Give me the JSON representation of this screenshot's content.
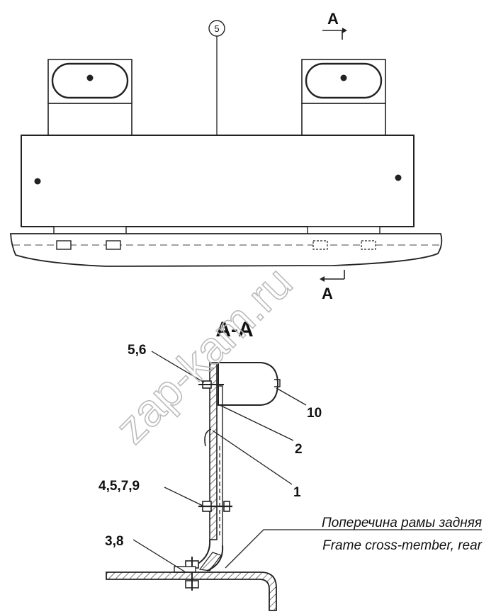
{
  "view_marker_top": "A",
  "view_marker_bottom": "A",
  "balloon_number": "5",
  "section_title": "A-A",
  "callouts": {
    "c56": "5,6",
    "c10": "10",
    "c2": "2",
    "c1": "1",
    "c4579": "4,5,7,9",
    "c38": "3,8"
  },
  "caption_ru": "Поперечина рамы задняя",
  "caption_en": "Frame cross-member, rear",
  "watermark": "zap-kam.ru"
}
